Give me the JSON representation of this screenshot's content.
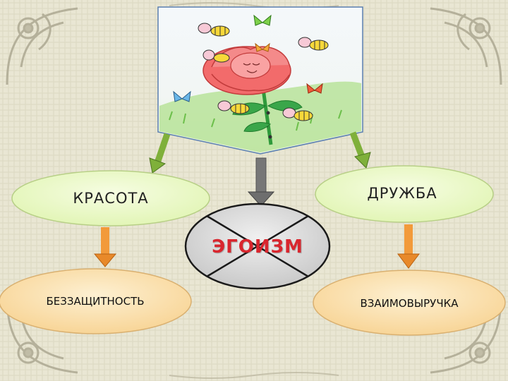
{
  "nodes": {
    "left_top": "КРАСОТА",
    "right_top": "ДРУЖБА",
    "center": "ЭГОИЗМ",
    "left_bottom": "БЕЗЗАЩИТНОСТЬ",
    "right_bottom": "ВЗАИМОВЫРУЧКА"
  },
  "colors": {
    "background": "#e9e6d3",
    "green_node": "#eaf8c8",
    "orange_node": "#fbe2b2",
    "center_node": "#dadada",
    "green_arrow": "#6a9b2f",
    "gray_arrow": "#707070",
    "orange_arrow": "#f29a3a",
    "accent_red": "#d9262e"
  }
}
